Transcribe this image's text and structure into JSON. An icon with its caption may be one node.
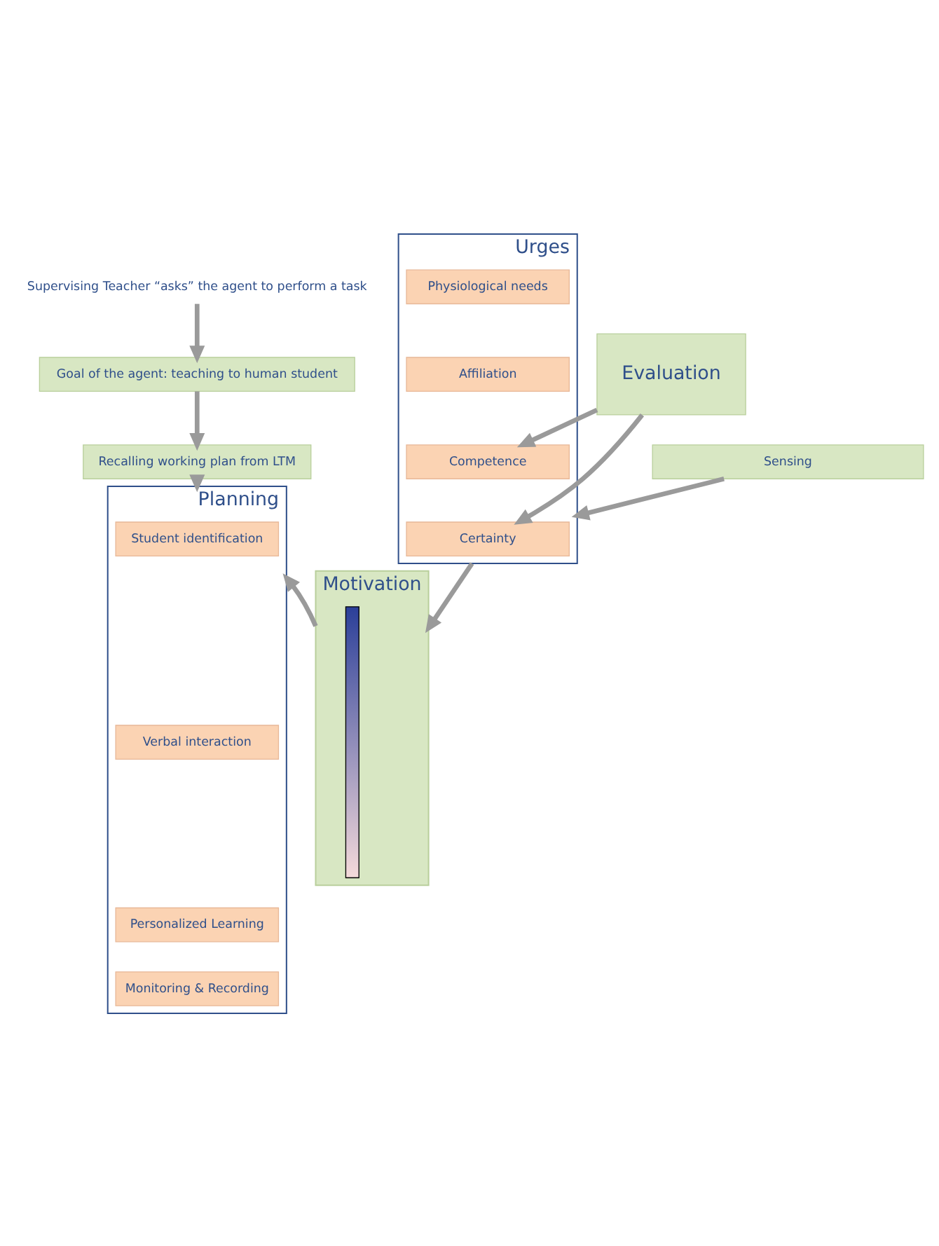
{
  "diagram": {
    "nodes": [
      {
        "text": [
          "Supervising Teacher “asks” the agent to perform a task"
        ]
      },
      {
        "text": [
          "Goal of the agent: teaching to human student"
        ]
      },
      {
        "text": [
          "Recalling working plan from LTM"
        ]
      },
      {
        "text": [
          "Planning"
        ]
      },
      {
        "text": [
          "Student identification"
        ],
        "in": 3
      },
      {
        "text": [
          "Verbal interaction"
        ],
        "in": 3
      },
      {
        "text": [
          "Personalized Learning"
        ],
        "in": 3
      },
      {
        "text": [
          "Monitoring & Recording"
        ],
        "in": 3
      },
      {
        "text": [
          "Urges"
        ]
      },
      {
        "text": [
          "Physiological needs"
        ],
        "in": 8
      },
      {
        "text": [
          "Affiliation"
        ],
        "in": 8
      },
      {
        "text": [
          "Competence"
        ],
        "in": 8
      },
      {
        "text": [
          "Certainty"
        ],
        "in": 8
      },
      {
        "text": [
          "Evaluation"
        ]
      },
      {
        "text": [
          "Motivation"
        ]
      },
      {
        "text": [],
        "shape": "bar",
        "in": 14
      },
      {
        "text": [
          "Sensing"
        ]
      }
    ],
    "edges": [
      {
        "from": 0,
        "to": 1,
        "arrow": "to"
      },
      {
        "from": 1,
        "to": 2,
        "arrow": "to"
      },
      {
        "from": 2,
        "to": 3,
        "arrow": "to"
      },
      {
        "from": 14,
        "to": 3,
        "arrow": "to"
      },
      {
        "from": 8,
        "to": 14,
        "arrow": "to"
      },
      {
        "from": 13,
        "to": 11,
        "arrow": "to"
      },
      {
        "from": 13,
        "to": 12,
        "arrow": "to"
      },
      {
        "from": 16,
        "to": 8,
        "arrow": "to"
      }
    ]
  }
}
